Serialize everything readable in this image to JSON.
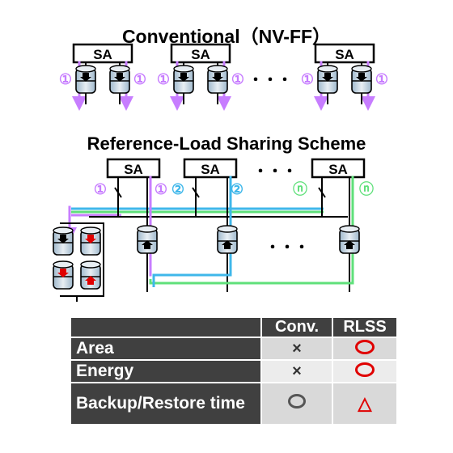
{
  "titles": {
    "conventional": "Conventional（NV-FF）",
    "rlss": "Reference-Load Sharing Scheme"
  },
  "sa_label": "SA",
  "ellipsis": "・・・",
  "markers": {
    "one": "①",
    "two": "②",
    "n": "ⓝ"
  },
  "colors": {
    "purple": "#c77dff",
    "blue": "#3fb7ea",
    "green": "#5fe07a",
    "red": "#e00000",
    "table_header": "#404040"
  },
  "table": {
    "headers": [
      "",
      "Conv.",
      "RLSS"
    ],
    "rows": [
      {
        "label": "Area",
        "conv": "×",
        "rlss": "red-circle"
      },
      {
        "label": "Energy",
        "conv": "×",
        "rlss": "red-circle"
      },
      {
        "label": "Backup/Restore time",
        "conv": "gray-circle",
        "rlss": "△"
      }
    ]
  }
}
